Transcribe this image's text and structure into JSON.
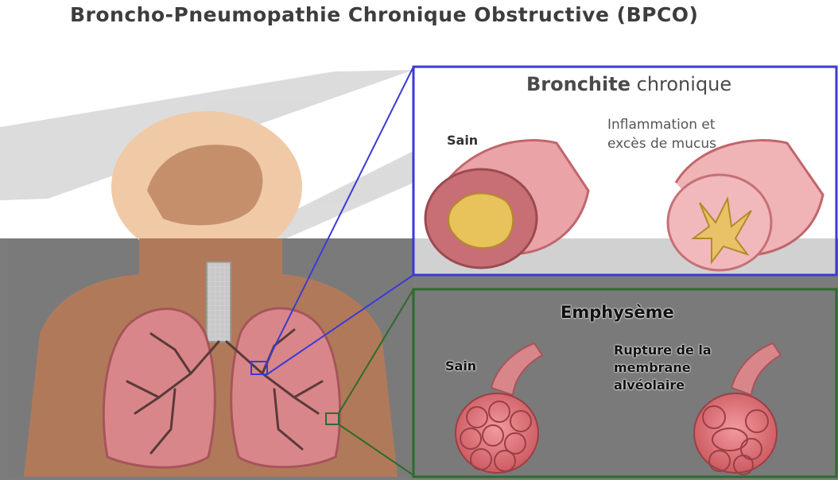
{
  "title": "Broncho-Pneumopathie Chronique Obstructive (BPCO)",
  "bronchite": {
    "title_bold": "Bronchite",
    "title_rest": " chronique",
    "healthy_label": "Sain",
    "disease_label_line1": "Inflammation et",
    "disease_label_line2": "excès de mucus"
  },
  "emphyseme": {
    "title": "Emphysème",
    "healthy_label": "Sain",
    "disease_label_line1": "Rupture de la",
    "disease_label_line2": "membrane",
    "disease_label_line3": "alvéolaire"
  },
  "colors": {
    "bronchite_frame": "#3a3ad8",
    "emphyseme_frame": "#2e6b2e",
    "panel_gray": "#7a7a7a",
    "skin": "#b07a5a",
    "lung": "#d9868a"
  }
}
